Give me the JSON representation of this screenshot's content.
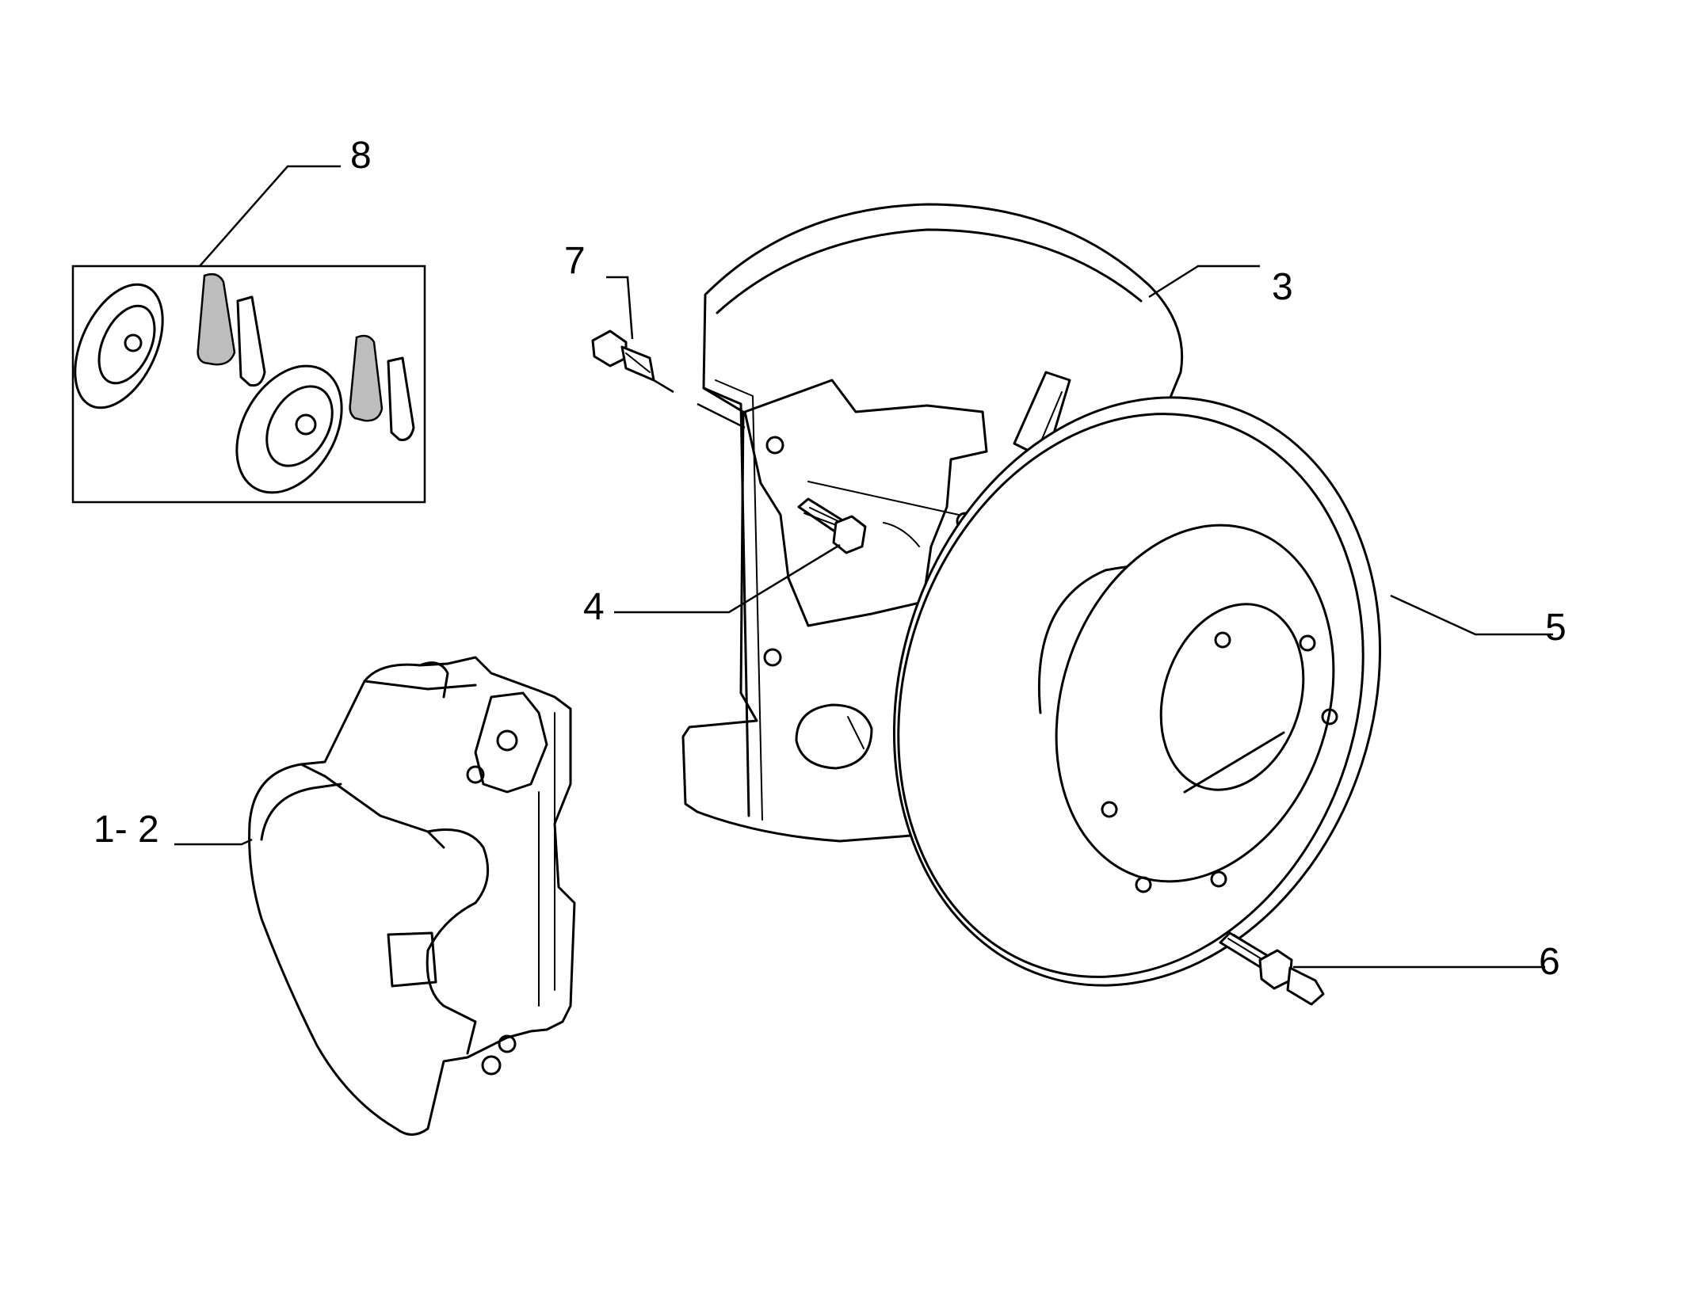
{
  "callouts": {
    "c8": "8",
    "c7": "7",
    "c3": "3",
    "c4": "4",
    "c5": "5",
    "c12": "1- 2",
    "c6": "6"
  },
  "colors": {
    "line": "#000000",
    "background": "#ffffff",
    "pad_fill": "#bdbdbd"
  }
}
